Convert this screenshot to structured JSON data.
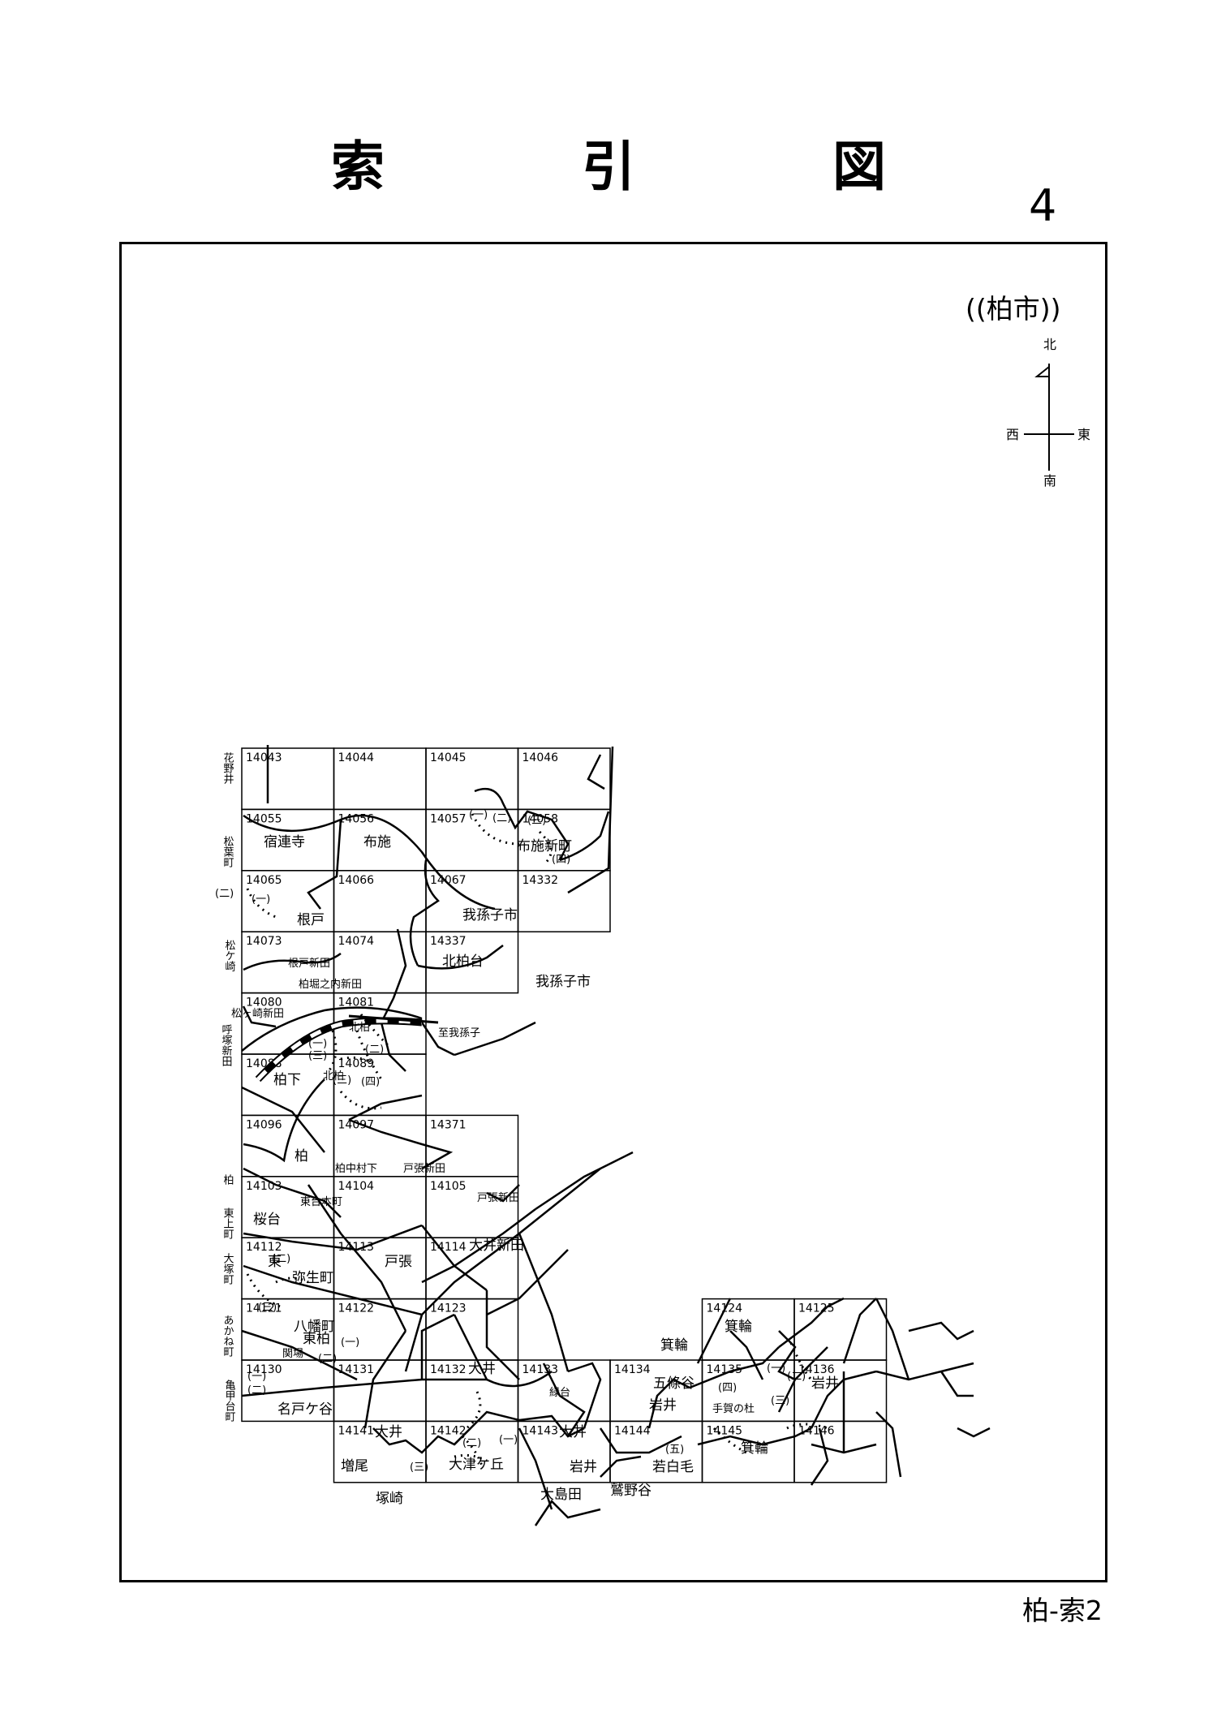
{
  "title": "索 引 図",
  "page_number": "4",
  "city_label": "((柏市))",
  "footer": "柏-索2",
  "compass": {
    "north": "北",
    "south": "南",
    "east": "東",
    "west": "西"
  },
  "grid": {
    "cells": [
      {
        "id": "14043",
        "row": 0,
        "col": 0
      },
      {
        "id": "14044",
        "row": 0,
        "col": 1
      },
      {
        "id": "14045",
        "row": 0,
        "col": 2
      },
      {
        "id": "14046",
        "row": 0,
        "col": 3
      },
      {
        "id": "14055",
        "row": 1,
        "col": 0
      },
      {
        "id": "14056",
        "row": 1,
        "col": 1
      },
      {
        "id": "14057",
        "row": 1,
        "col": 2
      },
      {
        "id": "14058",
        "row": 1,
        "col": 3
      },
      {
        "id": "14065",
        "row": 2,
        "col": 0
      },
      {
        "id": "14066",
        "row": 2,
        "col": 1
      },
      {
        "id": "14067",
        "row": 2,
        "col": 2
      },
      {
        "id": "14332",
        "row": 2,
        "col": 3
      },
      {
        "id": "14073",
        "row": 3,
        "col": 0
      },
      {
        "id": "14074",
        "row": 3,
        "col": 1
      },
      {
        "id": "14337",
        "row": 3,
        "col": 2
      },
      {
        "id": "14080",
        "row": 4,
        "col": 0
      },
      {
        "id": "14081",
        "row": 4,
        "col": 1
      },
      {
        "id": "14088",
        "row": 5,
        "col": 0
      },
      {
        "id": "14089",
        "row": 5,
        "col": 1
      },
      {
        "id": "14096",
        "row": 6,
        "col": 0
      },
      {
        "id": "14097",
        "row": 6,
        "col": 1
      },
      {
        "id": "14371",
        "row": 6,
        "col": 2
      },
      {
        "id": "14103",
        "row": 7,
        "col": 0
      },
      {
        "id": "14104",
        "row": 7,
        "col": 1
      },
      {
        "id": "14105",
        "row": 7,
        "col": 2
      },
      {
        "id": "14112",
        "row": 8,
        "col": 0
      },
      {
        "id": "14113",
        "row": 8,
        "col": 1
      },
      {
        "id": "14114",
        "row": 8,
        "col": 2
      },
      {
        "id": "14121",
        "row": 9,
        "col": 0
      },
      {
        "id": "14122",
        "row": 9,
        "col": 1
      },
      {
        "id": "14123",
        "row": 9,
        "col": 2
      },
      {
        "id": "14124",
        "row": 9,
        "col": 5
      },
      {
        "id": "14125",
        "row": 9,
        "col": 6
      },
      {
        "id": "14130",
        "row": 10,
        "col": 0
      },
      {
        "id": "14131",
        "row": 10,
        "col": 1
      },
      {
        "id": "14132",
        "row": 10,
        "col": 2
      },
      {
        "id": "14133",
        "row": 10,
        "col": 3
      },
      {
        "id": "14134",
        "row": 10,
        "col": 4
      },
      {
        "id": "14135",
        "row": 10,
        "col": 5
      },
      {
        "id": "14136",
        "row": 10,
        "col": 6
      },
      {
        "id": "14141",
        "row": 11,
        "col": 1
      },
      {
        "id": "14142",
        "row": 11,
        "col": 2
      },
      {
        "id": "14143",
        "row": 11,
        "col": 3
      },
      {
        "id": "14144",
        "row": 11,
        "col": 4
      },
      {
        "id": "14145",
        "row": 11,
        "col": 5
      },
      {
        "id": "14146",
        "row": 11,
        "col": 6
      }
    ]
  },
  "places": [
    {
      "text": "宿連寺",
      "name": "place-shukurenji"
    },
    {
      "text": "布施",
      "name": "place-fuse"
    },
    {
      "text": "布施新町",
      "name": "place-fuse-shinmachi"
    },
    {
      "text": "根戸",
      "name": "place-nedo"
    },
    {
      "text": "我孫子市",
      "name": "place-abiko-1"
    },
    {
      "text": "我孫子市",
      "name": "place-abiko-2"
    },
    {
      "text": "根戸新田",
      "name": "place-nedo-shinden"
    },
    {
      "text": "北柏台",
      "name": "place-kitakashiwadai"
    },
    {
      "text": "柏堀之内新田",
      "name": "place-horinouchi"
    },
    {
      "text": "松ヶ崎新田",
      "name": "place-matsugasaki-shinden"
    },
    {
      "text": "北柏",
      "name": "place-kitakashiwa-1"
    },
    {
      "text": "至我孫子",
      "name": "place-to-abiko"
    },
    {
      "text": "柏下",
      "name": "place-kashiwashita"
    },
    {
      "text": "北柏",
      "name": "place-kitakashiwa-2"
    },
    {
      "text": "柏",
      "name": "place-kashiwa"
    },
    {
      "text": "柏中村下",
      "name": "place-nakamurashita"
    },
    {
      "text": "戸張新田",
      "name": "place-tobari-shinden-1"
    },
    {
      "text": "東台本町",
      "name": "place-higashidai-honcho"
    },
    {
      "text": "桜台",
      "name": "place-sakuradai"
    },
    {
      "text": "戸張新田",
      "name": "place-tobari-shinden-2"
    },
    {
      "text": "東",
      "name": "place-higashi"
    },
    {
      "text": "弥生町",
      "name": "place-yayoicho"
    },
    {
      "text": "戸張",
      "name": "place-tobari"
    },
    {
      "text": "大井新田",
      "name": "place-oi-shinden"
    },
    {
      "text": "八幡町",
      "name": "place-hachimancho"
    },
    {
      "text": "東柏",
      "name": "place-higashikashiwa"
    },
    {
      "text": "関場",
      "name": "place-sekiba"
    },
    {
      "text": "名戸ケ谷",
      "name": "place-nadogaya"
    },
    {
      "text": "大井",
      "name": "place-oi-1"
    },
    {
      "text": "緑台",
      "name": "place-midoridai"
    },
    {
      "text": "箕輪",
      "name": "place-minowa-1"
    },
    {
      "text": "箕輪",
      "name": "place-minowa-2"
    },
    {
      "text": "五條谷",
      "name": "place-gojoya"
    },
    {
      "text": "岩井",
      "name": "place-iwai-1"
    },
    {
      "text": "手賀の杜",
      "name": "place-teganomori"
    },
    {
      "text": "岩井",
      "name": "place-iwai-2"
    },
    {
      "text": "大井",
      "name": "place-oi-2"
    },
    {
      "text": "増尾",
      "name": "place-masuo"
    },
    {
      "text": "大津ケ丘",
      "name": "place-otsugaoka"
    },
    {
      "text": "大井",
      "name": "place-oi-3"
    },
    {
      "text": "岩井",
      "name": "place-iwai-3"
    },
    {
      "text": "若白毛",
      "name": "place-wakashiraga"
    },
    {
      "text": "箕輪",
      "name": "place-minowa-3"
    },
    {
      "text": "塚崎",
      "name": "place-tsukazaki"
    },
    {
      "text": "大島田",
      "name": "place-oshimada"
    },
    {
      "text": "鷲野谷",
      "name": "place-washinoya"
    }
  ],
  "side_labels": [
    {
      "text": "花野井",
      "name": "side-hananoi"
    },
    {
      "text": "松葉町",
      "name": "side-matsubacho"
    },
    {
      "text": "松ケ崎",
      "name": "side-matsugasaki"
    },
    {
      "text": "呼塚新田",
      "name": "side-yobitsuka"
    },
    {
      "text": "柏",
      "name": "side-kashiwa"
    },
    {
      "text": "東上町",
      "name": "side-higashiuecho"
    },
    {
      "text": "大塚町",
      "name": "side-otsukacho"
    },
    {
      "text": "あかね町",
      "name": "side-akanecho"
    },
    {
      "text": "亀甲台町",
      "name": "side-kikkodaicho"
    }
  ],
  "subdivisions": [
    "(一)",
    "(二)",
    "(三)",
    "(四)",
    "(五)"
  ]
}
